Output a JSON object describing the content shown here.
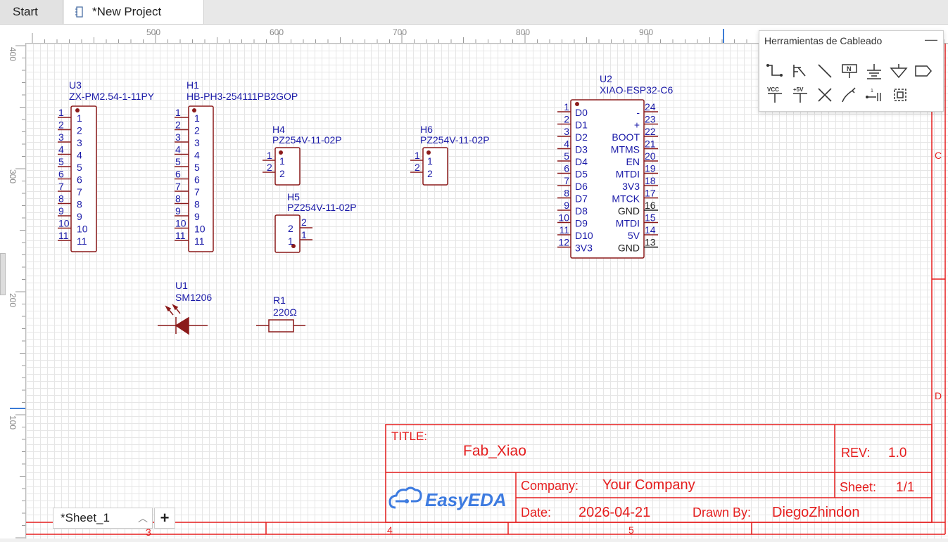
{
  "tabs": {
    "start": "Start",
    "project": "*New Project"
  },
  "ruler": {
    "top": [
      "500",
      "600",
      "700",
      "800",
      "900"
    ],
    "left": [
      "400",
      "300",
      "200",
      "100"
    ]
  },
  "panel": {
    "title": "Herramientas de Cableado",
    "minimize": "—",
    "tools": [
      "wire-icon",
      "bus-icon",
      "line-icon",
      "net-label-icon",
      "ground-icon",
      "gnd-arrow-icon",
      "net-port-icon",
      "vcc-icon",
      "plus5v-icon",
      "no-connect-icon",
      "probe-icon",
      "pin-icon",
      "group-icon"
    ],
    "vcc_label": "VCC",
    "plus5v_label": "+5V"
  },
  "components": {
    "u3": {
      "ref": "U3",
      "value": "ZX-PM2.54-1-11PY"
    },
    "h1": {
      "ref": "H1",
      "value": "HB-PH3-254111PB2GOP"
    },
    "h4": {
      "ref": "H4",
      "value": "PZ254V-11-02P"
    },
    "h6": {
      "ref": "H6",
      "value": "PZ254V-11-02P"
    },
    "h5": {
      "ref": "H5",
      "value": "PZ254V-11-02P"
    },
    "u2": {
      "ref": "U2",
      "value": "XIAO-ESP32-C6"
    },
    "u1": {
      "ref": "U1",
      "value": "SM1206"
    },
    "r1": {
      "ref": "R1",
      "value": "220Ω"
    }
  },
  "pins11": [
    "1",
    "2",
    "3",
    "4",
    "5",
    "6",
    "7",
    "8",
    "9",
    "10",
    "11"
  ],
  "pins2": [
    "1",
    "2"
  ],
  "u2_left": [
    {
      "num": "1",
      "name": "D0"
    },
    {
      "num": "2",
      "name": "D1"
    },
    {
      "num": "3",
      "name": "D2"
    },
    {
      "num": "4",
      "name": "D3"
    },
    {
      "num": "5",
      "name": "D4"
    },
    {
      "num": "6",
      "name": "D5"
    },
    {
      "num": "7",
      "name": "D6"
    },
    {
      "num": "8",
      "name": "D7"
    },
    {
      "num": "9",
      "name": "D8"
    },
    {
      "num": "10",
      "name": "D9"
    },
    {
      "num": "11",
      "name": "D10"
    },
    {
      "num": "12",
      "name": "3V3"
    }
  ],
  "u2_right": [
    {
      "num": "24",
      "name": "-"
    },
    {
      "num": "23",
      "name": "+"
    },
    {
      "num": "22",
      "name": "BOOT"
    },
    {
      "num": "21",
      "name": "MTMS"
    },
    {
      "num": "20",
      "name": "EN"
    },
    {
      "num": "19",
      "name": "MTDI"
    },
    {
      "num": "18",
      "name": "3V3"
    },
    {
      "num": "17",
      "name": "MTCK"
    },
    {
      "num": "16",
      "name": "GND"
    },
    {
      "num": "15",
      "name": "MTDI"
    },
    {
      "num": "14",
      "name": "5V"
    },
    {
      "num": "13",
      "name": "GND"
    }
  ],
  "titleblock": {
    "title_label": "TITLE:",
    "title": "Fab_Xiao",
    "rev_label": "REV:",
    "rev": "1.0",
    "company_label": "Company:",
    "company": "Your Company",
    "sheet_label": "Sheet:",
    "sheet": "1/1",
    "date_label": "Date:",
    "date": "2026-04-21",
    "drawn_label": "Drawn By:",
    "drawn": "DiegoZhindon",
    "logo": "EasyEDA"
  },
  "frame": {
    "zone_c": "C",
    "zone_d": "D",
    "col_3": "3",
    "col_4": "4",
    "col_5": "5"
  },
  "sheet_tab": {
    "label": "*Sheet_1",
    "add": "+"
  },
  "colors": {
    "symbol": "#8b1a1a",
    "pin_text": "#1a1aa8",
    "frame": "#e51e1e"
  }
}
